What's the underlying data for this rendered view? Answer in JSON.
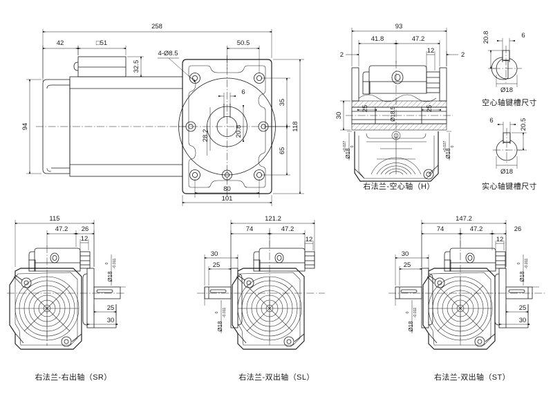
{
  "drawing": {
    "title": "Gear motor outline dimension drawing",
    "units": "mm",
    "line_color": "#1a1a1a",
    "background": "#ffffff"
  },
  "views": {
    "main": {
      "name": "main-assembly-view",
      "dimensions": {
        "overall_length": "258",
        "motor_body_length": "42",
        "terminal_box_width": "□51",
        "terminal_box_height": "32.5",
        "motor_diameter": "94",
        "mounting_holes": "4-Ø8.5",
        "hole_offset_top": "50.5",
        "keyway_width": "6",
        "shaft_center_to_top": "35",
        "flange_height": "118",
        "shaft_center_to_bottom": "65",
        "boss_diameter": "28.2",
        "keyway_depth_dim": "20.8",
        "hole_pitch_horizontal": "80",
        "flange_width": "101"
      }
    },
    "h_view": {
      "name": "right-flange-hollow-shaft-view",
      "label": "右法兰-空心轴（H）",
      "dimensions": {
        "overall": "93",
        "left_segment": "41.8",
        "right_segment": "47.2",
        "left_edge": "2",
        "right_edge": "2",
        "boss": "12",
        "bore_depth_total": "30",
        "bore_depth_left": "25",
        "bore_depth_right": "25",
        "inner_bore": "Ø18.5",
        "bore_left": "Ø18",
        "bore_left_tol_upper": "+0.027",
        "bore_left_tol_lower": "0",
        "bore_right": "Ø18",
        "bore_right_tol_upper": "+0.027",
        "bore_right_tol_lower": "0"
      }
    },
    "sr_view": {
      "name": "right-flange-right-shaft-view",
      "label": "右法兰-右出轴（SR）",
      "dimensions": {
        "overall": "115",
        "body": "47.2",
        "shaft": "26",
        "boss": "12",
        "shaft_dia": "Ø18",
        "shaft_tol_upper": "0",
        "shaft_tol_lower": "-0.011",
        "keyway_length": "25",
        "shaft_length": "30"
      }
    },
    "sl_view": {
      "name": "right-flange-double-shaft-sl-view",
      "label": "右法兰-双出轴（SL）",
      "dimensions": {
        "overall": "121.2",
        "left_segment": "74",
        "right_segment": "47.2",
        "boss": "12",
        "shaft_length": "30",
        "keyway_length": "25",
        "shaft_dia": "Ø18",
        "shaft_tol_upper": "0",
        "shaft_tol_lower": "-0.011"
      }
    },
    "st_view": {
      "name": "right-flange-double-shaft-st-view",
      "label": "右法兰-双出轴（ST）",
      "dimensions": {
        "overall": "147.2",
        "left_segment": "74",
        "mid_segment": "47.2",
        "right_segment": "26",
        "boss": "12",
        "left_shaft_length": "30",
        "left_keyway_length": "25",
        "right_shaft_length": "30",
        "right_keyway_length": "25",
        "left_shaft_dia": "Ø18",
        "left_tol_upper": "0",
        "left_tol_lower": "-0.011",
        "right_shaft_dia": "Ø18",
        "right_tol_upper": "0",
        "right_tol_lower": "-0.011"
      }
    },
    "hollow_key_detail": {
      "name": "hollow-shaft-keyway-detail",
      "label": "空心轴键槽尺寸",
      "dimensions": {
        "keyway_height": "20.8",
        "keyway_width": "6",
        "shaft_dia": "Ø18"
      }
    },
    "solid_key_detail": {
      "name": "solid-shaft-keyway-detail",
      "label": "实心轴键槽尺寸",
      "dimensions": {
        "keyway_width": "6",
        "keyway_height": "20.5",
        "shaft_dia": "Ø18"
      }
    }
  }
}
